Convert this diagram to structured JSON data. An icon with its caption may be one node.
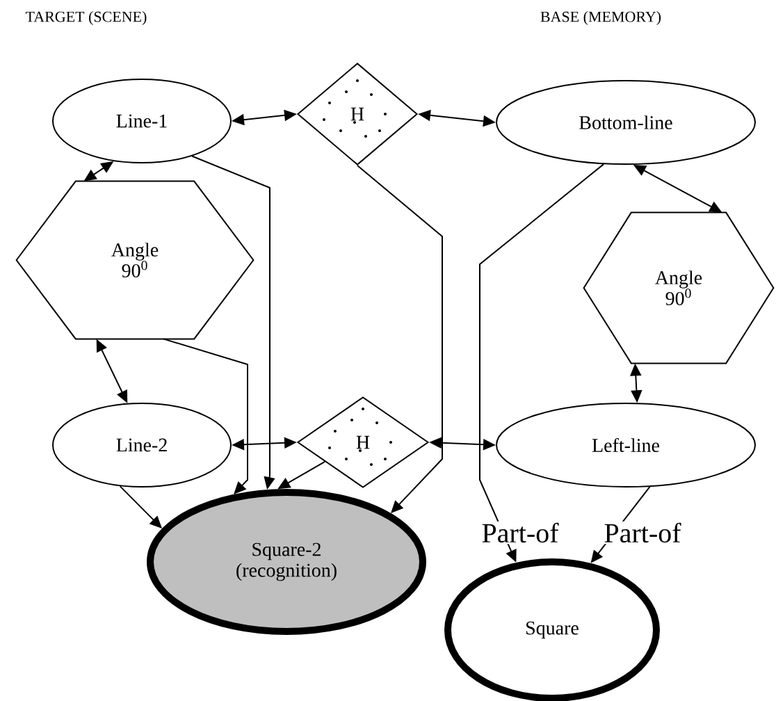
{
  "diagram": {
    "nodes": [
      {
        "text": [
          "Line-1"
        ]
      },
      {
        "text": [
          "H"
        ]
      },
      {
        "text": [
          "Bottom-line"
        ]
      },
      {
        "text": [
          "Angle 90$^{0}$"
        ]
      },
      {
        "text": [
          "Angle 90$^{0}$"
        ]
      },
      {
        "text": [
          "Line-2"
        ]
      },
      {
        "text": [
          "H"
        ]
      },
      {
        "text": [
          "Left-line"
        ]
      },
      {
        "text": [
          "Square-2 (recognition)"
        ]
      },
      {
        "text": [
          "Square"
        ]
      }
    ],
    "edges": [
      {
        "from": 0,
        "to": 1,
        "arrow": "both"
      },
      {
        "from": 1,
        "to": 2,
        "arrow": "both"
      },
      {
        "from": 0,
        "to": 3,
        "arrow": "both"
      },
      {
        "from": 2,
        "to": 4,
        "arrow": "both"
      },
      {
        "from": 3,
        "to": 5,
        "arrow": "both"
      },
      {
        "from": 4,
        "to": 7,
        "arrow": "both"
      },
      {
        "from": 5,
        "to": 6,
        "arrow": "both"
      },
      {
        "from": 6,
        "to": 7,
        "arrow": "both"
      },
      {
        "from": 0,
        "to": 8,
        "arrow": "to"
      },
      {
        "from": 3,
        "to": 8,
        "arrow": "to"
      },
      {
        "from": 1,
        "to": 8,
        "arrow": "to"
      },
      {
        "from": 6,
        "to": 8,
        "arrow": "to"
      },
      {
        "from": 5,
        "to": 8,
        "arrow": "to"
      },
      {
        "from": 2,
        "to": 9,
        "arrow": "to",
        "label": "Part-of"
      },
      {
        "from": 7,
        "to": 9,
        "arrow": "to",
        "label": "Part-of"
      }
    ],
    "labels": [
      "TARGET (SCENE)",
      "BASE (MEMORY)"
    ]
  }
}
